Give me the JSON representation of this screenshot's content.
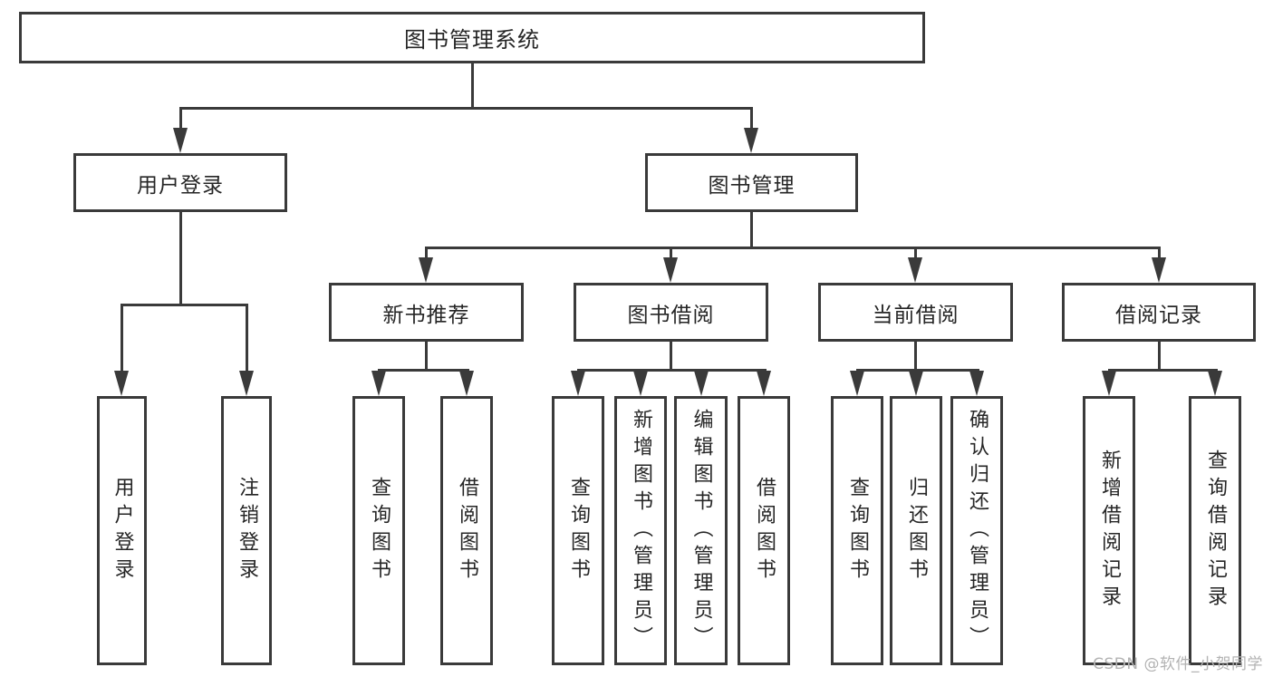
{
  "diagram_title": "图书管理系统",
  "root_label": "图书管理系统",
  "level2": {
    "user": "用户登录",
    "mgmt": "图书管理"
  },
  "level3": {
    "new_books": "新书推荐",
    "borrowing": "图书借阅",
    "current": "当前借阅",
    "records": "借阅记录"
  },
  "leaves": {
    "user": [
      "用户登录",
      "注销登录"
    ],
    "new_books": [
      "查询图书",
      "借阅图书"
    ],
    "borrowing": [
      "查询图书",
      "新增图书（管理员）",
      "编辑图书（管理员）",
      "借阅图书"
    ],
    "current": [
      "查询图书",
      "归还图书",
      "确认归还（管理员）"
    ],
    "records": [
      "新增借阅记录",
      "查询借阅记录"
    ]
  },
  "watermark": "CSDN @软件_小贺同学",
  "colors": {
    "line": "#3a3a3a",
    "text": "#262626",
    "watermark": "#b3b3b3",
    "background": "#ffffff"
  }
}
